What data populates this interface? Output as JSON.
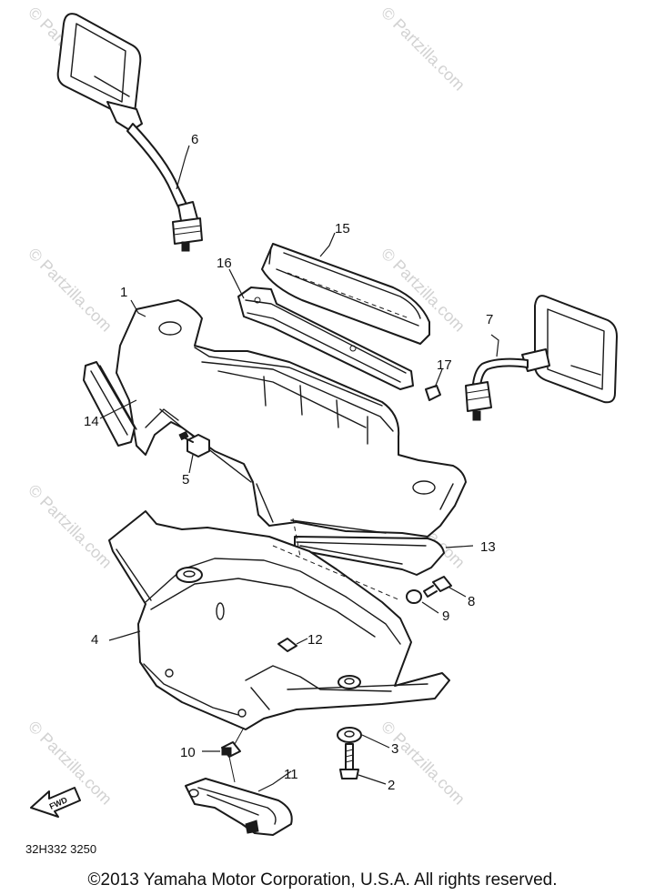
{
  "watermark": "© Partzilla.com",
  "callouts": {
    "p1": "1",
    "p2": "2",
    "p3": "3",
    "p4": "4",
    "p5": "5",
    "p6": "6",
    "p7": "7",
    "p8": "8",
    "p9": "9",
    "p10": "10",
    "p11": "11",
    "p12": "12",
    "p13": "13",
    "p14": "14",
    "p15": "15",
    "p16": "16",
    "p17": "17"
  },
  "fwd_label": "FWD",
  "diagram_code": "32H332 3250",
  "copyright": "©2013 Yamaha Motor Corporation, U.S.A. All rights reserved."
}
